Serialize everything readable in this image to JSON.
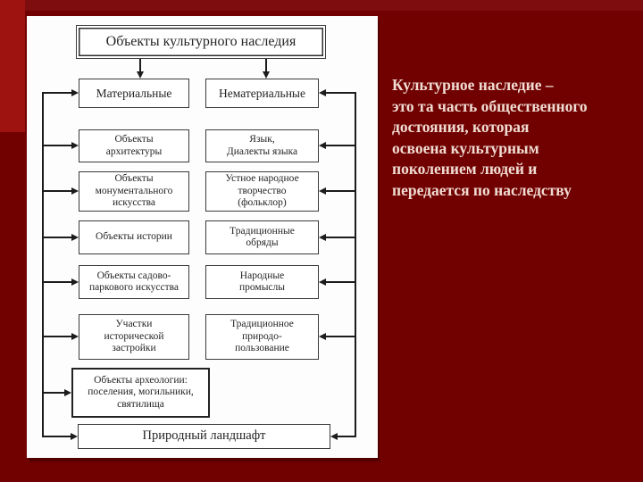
{
  "colors": {
    "background": "#710101",
    "accent_block": "#9E1310",
    "top_band": "#7E0D10",
    "panel": "#FDFDFD",
    "diagram_ink": "#1C1C1C",
    "definition_text": "#F0DCD2"
  },
  "definition": {
    "text": "Культурное наследие –\nэто та часть общественного\nдостояния, которая\nосвоена культурным\nпоколением людей и\nпередается по наследству"
  },
  "diagram": {
    "title": "Объекты культурного наследия",
    "material": {
      "header": "Материальные",
      "items": [
        "Объекты\nархитектуры",
        "Объекты\nмонументального\nискусства",
        "Объекты истории",
        "Объекты садово-\nпаркового искусства",
        "Участки\nисторической\nзастройки",
        "Объекты археологии:\nпоселения, могильники,\nсвятилища"
      ]
    },
    "intangible": {
      "header": "Нематериальные",
      "items": [
        "Язык,\nДиалекты языка",
        "Устное народное\nтворчество\n(фольклор)",
        "Традиционные\nобряды",
        "Народные\nпромыслы",
        "Традиционное\nприродо-\nпользование"
      ]
    },
    "footer": "Природный ландшафт"
  }
}
